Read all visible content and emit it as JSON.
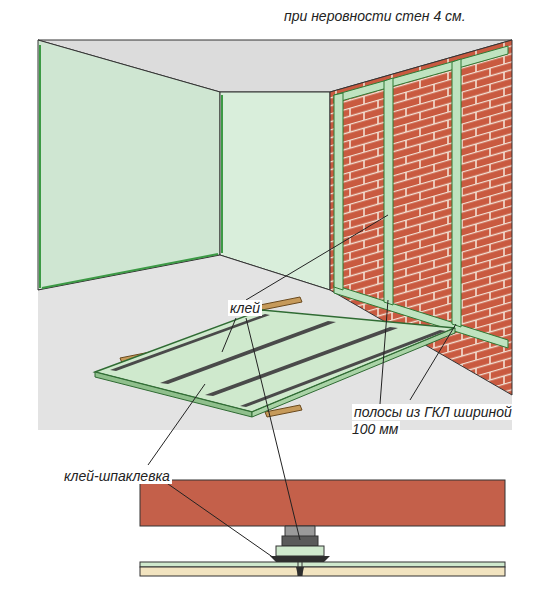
{
  "diagram": {
    "title": "при неровности стен 4 см.",
    "labels": [
      "клей",
      "клей-шпаклевка",
      "полосы из ГКЛ шириной 100 мм"
    ]
  }
}
